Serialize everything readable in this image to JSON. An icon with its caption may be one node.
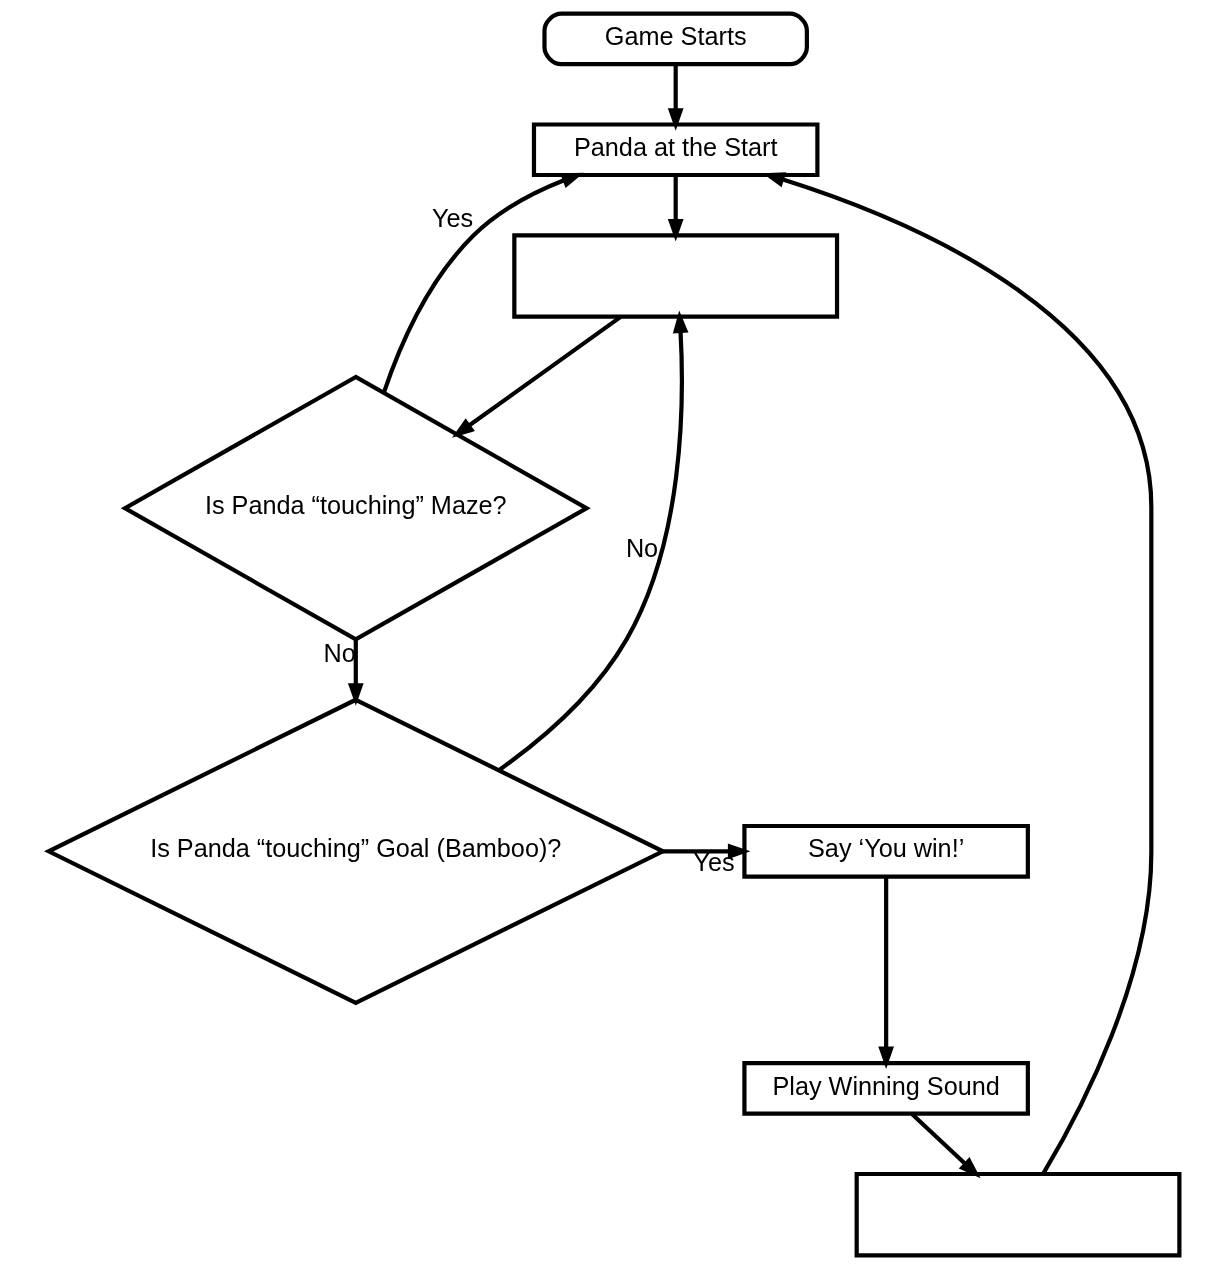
{
  "diagram": {
    "nodes": [
      {
        "text": [
          "Game Starts"
        ]
      },
      {
        "text": [
          "Panda at the Start"
        ]
      },
      {
        "text": [],
        "shape": "box"
      },
      {
        "text": [
          "Is Panda “touching” Maze?"
        ]
      },
      {
        "text": [
          "Is Panda “touching” Goal (Bamboo)?"
        ]
      },
      {
        "text": [
          "Say ‘You win!’"
        ]
      },
      {
        "text": [
          "Play Winning Sound"
        ]
      },
      {
        "text": [],
        "shape": "box"
      }
    ],
    "edges": [
      {
        "from": 0,
        "to": 1,
        "arrow": "to"
      },
      {
        "from": 1,
        "to": 2,
        "arrow": "to"
      },
      {
        "from": 2,
        "to": 3,
        "arrow": "to"
      },
      {
        "from": 3,
        "to": 1,
        "arrow": "to",
        "label": "Yes"
      },
      {
        "from": 3,
        "to": 4,
        "arrow": "to",
        "label": "No"
      },
      {
        "from": 4,
        "to": 5,
        "arrow": "to",
        "label": "Yes"
      },
      {
        "from": 5,
        "to": 6,
        "arrow": "to"
      },
      {
        "from": 6,
        "to": 7,
        "arrow": "to"
      },
      {
        "from": 7,
        "to": 1,
        "arrow": "to"
      },
      {
        "from": 4,
        "to": 2,
        "arrow": "to",
        "label": "No"
      }
    ]
  }
}
